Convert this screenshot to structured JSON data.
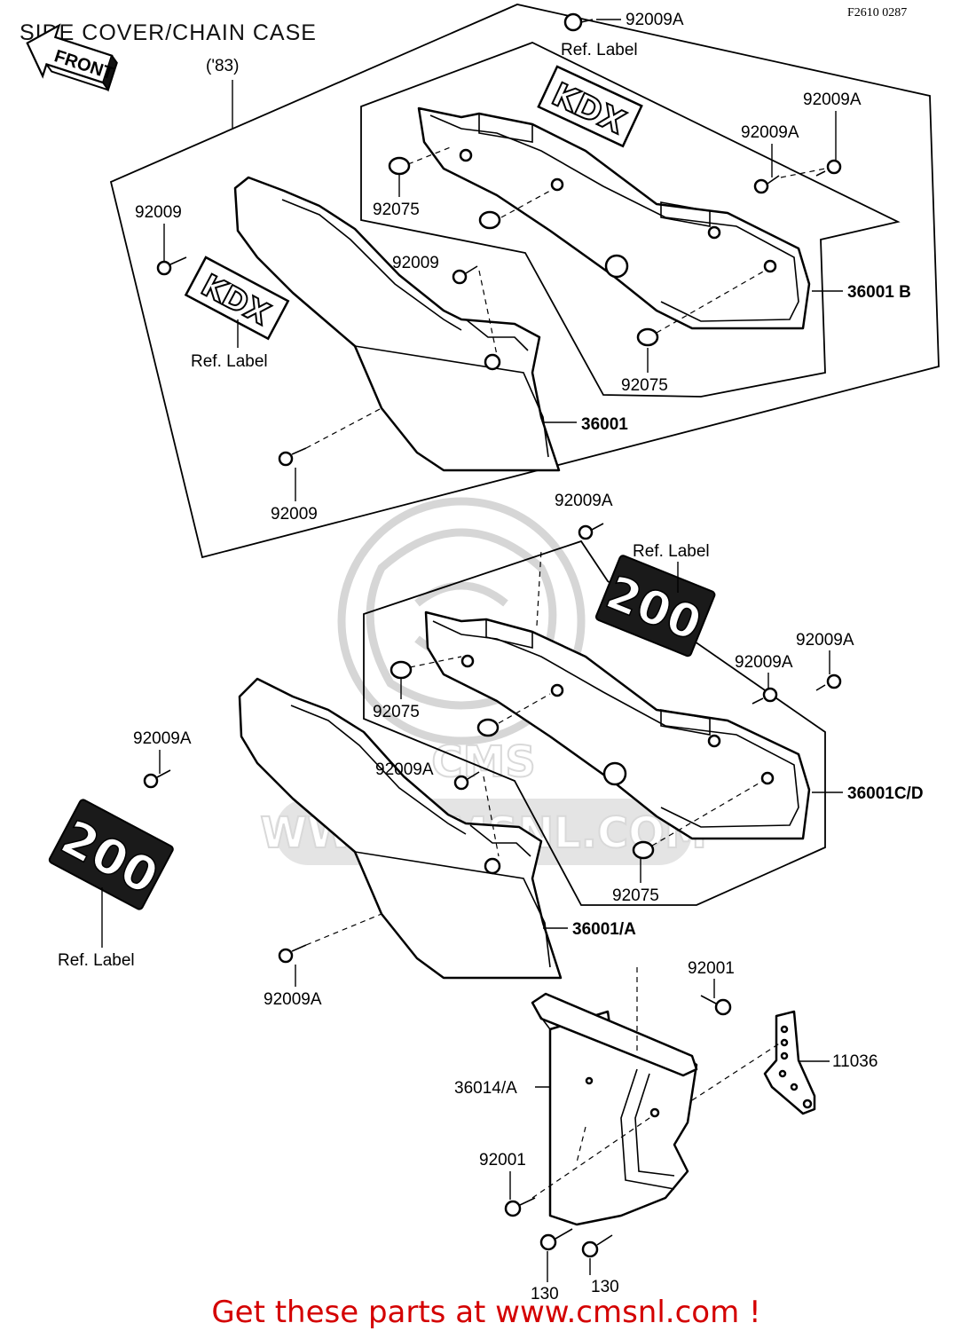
{
  "header": {
    "title": "SIDE COVER/CHAIN CASE",
    "figure_code": "F2610 0287",
    "front_label": "FRONT",
    "year_note": "('83)"
  },
  "decals": {
    "kdx_top": "KDX",
    "kdx_left": "KDX",
    "number_200_upper": "200",
    "number_200_left": "200"
  },
  "watermark": {
    "text": "WWW.CMSNL.COM",
    "logo": "CMS"
  },
  "callouts": {
    "c1": "92009A",
    "c2": "Ref. Label",
    "c3": "92009A",
    "c4": "92009A",
    "c5": "92009",
    "c6": "92075",
    "c7": "92009",
    "c8": "36001 B",
    "c9": "Ref. Label",
    "c10": "92075",
    "c11": "36001",
    "c12": "92009",
    "c13": "92009A",
    "c14": "Ref. Label",
    "c15": "92009A",
    "c16": "92009A",
    "c17": "92075",
    "c18": "92009A",
    "c19": "92009A",
    "c20": "36001C/D",
    "c21": "92075",
    "c22": "36001/A",
    "c23": "Ref. Label",
    "c24": "92009A",
    "c25": "92001",
    "c26": "11036",
    "c27": "36014/A",
    "c28": "92001",
    "c29": "130",
    "c30": "130"
  },
  "footer": {
    "text": "Get these parts at www.cmsnl.com !",
    "color": "#d40000"
  }
}
